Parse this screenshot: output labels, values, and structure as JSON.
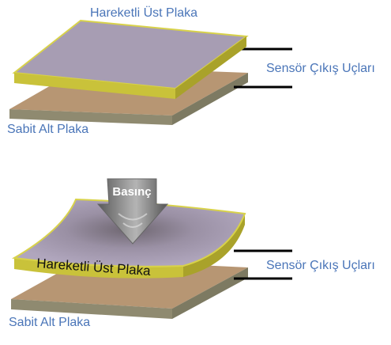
{
  "colors": {
    "label_blue": "#4a75b8",
    "top_plate_face": "#a79db3",
    "top_plate_edge": "#c9c23a",
    "bottom_plate_face": "#b79673",
    "bottom_plate_edge": "#8d8a70",
    "lead_wire": "#000000",
    "arrow_gray": "#7f7f7f"
  },
  "diagram_top": {
    "top_plate_label": "Hareketli Üst Plaka",
    "bottom_plate_label": "Sabit Alt Plaka",
    "leads_label": "Sensör Çıkış Uçları"
  },
  "diagram_bottom": {
    "pressure_label": "Basınç",
    "top_plate_label": "Hareketli Üst Plaka",
    "bottom_plate_label": "Sabit Alt Plaka",
    "leads_label": "Sensör Çıkış Uçları"
  }
}
